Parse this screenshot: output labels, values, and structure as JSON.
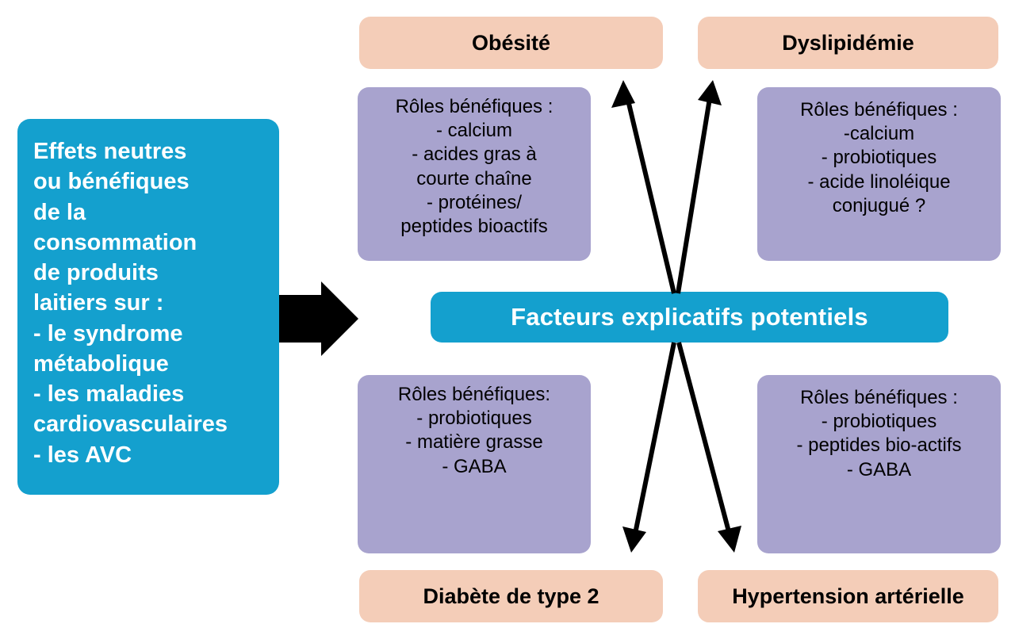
{
  "diagram": {
    "source": {
      "label": "Effets neutres\nou bénéfiques\nde la\nconsommation\nde produits\nlaitiers sur :\n- le syndrome\nmétabolique\n- les maladies\ncardiovasculaires\n- les AVC"
    },
    "center": {
      "label": "Facteurs explicatifs potentiels"
    },
    "outcomes": [
      {
        "key": "obesite",
        "label": "Obésité"
      },
      {
        "key": "dyslip",
        "label": "Dyslipidémie"
      },
      {
        "key": "diabete",
        "label": "Diabète de type 2"
      },
      {
        "key": "hta",
        "label": "Hypertension artérielle"
      }
    ],
    "factors": [
      {
        "key": "obesite",
        "label": "Rôles bénéfiques :\n- calcium\n- acides gras à\ncourte chaîne\n- protéines/\npeptides bioactifs"
      },
      {
        "key": "dyslip",
        "label": "Rôles bénéfiques :\n-calcium\n- probiotiques\n- acide linoléique\nconjugué ?"
      },
      {
        "key": "diabete",
        "label": "Rôles bénéfiques:\n- probiotiques\n- matière grasse\n- GABA"
      },
      {
        "key": "hta",
        "label": "Rôles bénéfiques :\n- probiotiques\n- peptides bio-actifs\n- GABA"
      }
    ],
    "connectors": [
      {
        "key": "center-to-obesite",
        "icon": "arrow-up-left-icon"
      },
      {
        "key": "center-to-dyslip",
        "icon": "arrow-up-right-icon"
      },
      {
        "key": "center-to-diabete",
        "icon": "arrow-down-left-icon"
      },
      {
        "key": "center-to-hta",
        "icon": "arrow-down-right-icon"
      },
      {
        "key": "source-to-panel",
        "icon": "block-arrow-right-icon"
      }
    ],
    "colors": {
      "blue": "#14A0CE",
      "purple": "#A8A3CE",
      "peach": "#F4CDB8",
      "arrow": "#000000",
      "text_on_blue": "#FFFFFF",
      "text_on_light": "#000000",
      "background": "#FFFFFF"
    }
  }
}
